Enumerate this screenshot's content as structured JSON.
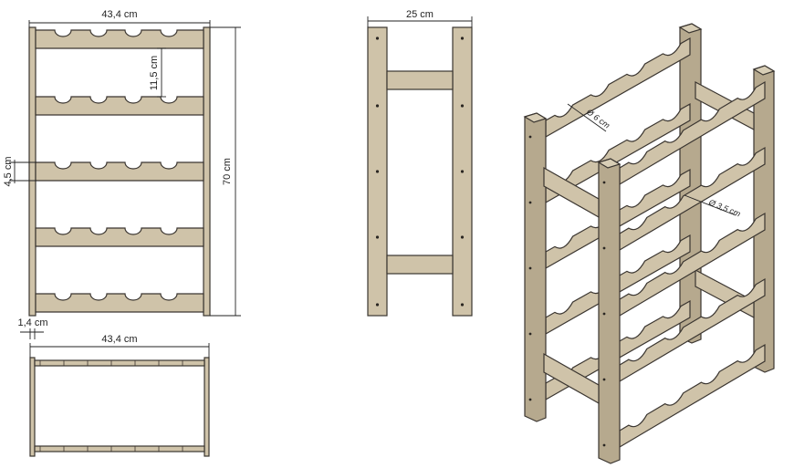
{
  "front_view": {
    "width_label": "43,4 cm",
    "height_label": "70 cm",
    "spacing_label": "11,5 cm",
    "shelf_thickness_label": "4,5 cm"
  },
  "top_view": {
    "width_label": "43,4 cm",
    "side_thickness_label": "1,4 cm"
  },
  "side_view": {
    "depth_label": "25 cm"
  },
  "iso_view": {
    "large_cut_label": "Ø 6 cm",
    "small_cut_label": "Ø 3,5 cm"
  },
  "colors": {
    "wood": "#cfc3a9",
    "outline": "#3a3530"
  }
}
